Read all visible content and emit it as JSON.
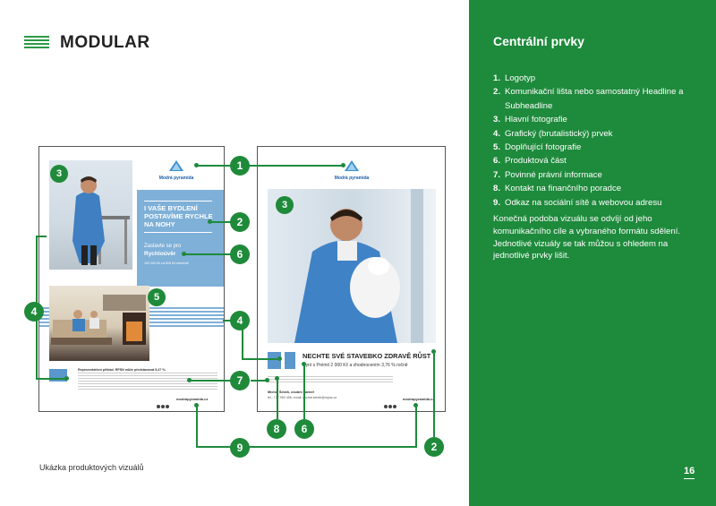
{
  "header": {
    "title": "MODULAR"
  },
  "caption": "Ukázka produktových vizuálů",
  "sidebar": {
    "title": "Centrální prvky",
    "items": [
      {
        "num": "1.",
        "text": "Logotyp"
      },
      {
        "num": "2.",
        "text": "Komunikační lišta nebo samostatný Headline a Subheadline"
      },
      {
        "num": "3.",
        "text": "Hlavní fotografie"
      },
      {
        "num": "4.",
        "text": "Grafický (brutalistický) prvek"
      },
      {
        "num": "5.",
        "text": "Doplňující fotografie"
      },
      {
        "num": "6.",
        "text": "Produktová část"
      },
      {
        "num": "7.",
        "text": "Povinné právní informace"
      },
      {
        "num": "8.",
        "text": "Kontakt na finančního poradce"
      },
      {
        "num": "9.",
        "text": "Odkaz na sociální sítě a webovou adresu"
      }
    ],
    "paragraph": "Konečná podoba vizuálu se odvíjí od jeho komunikačního cíle a vybraného formátu sdělení. Jednotlivé vizuály se tak můžou s ohledem na jednotlivé prvky lišit.",
    "page_number": "16"
  },
  "poster1": {
    "brand": "Modrá pyramida",
    "headline": "I VAŠE BYDLENÍ POSTAVÍME RYCHLE NA NOHY",
    "sub1": "Zastavte se pro",
    "product": "Rychloúvěr",
    "amount": "100 000 Kč za 816 Kč měsíčně",
    "legal_title": "Reprezentativní příklad: RPSN může představovat 5,47 %.",
    "web": "modrapyramida.cz"
  },
  "poster2": {
    "brand": "Modrá pyramida",
    "headline": "NECHTE SVÉ STAVEBKO ZDRAVĚ RŮST",
    "subline": "Nyní s Prémií 2 000 Kč a zhodnocením 3,76 % ročně",
    "contact_name": "Michal Šebek, osobní bankéř",
    "contact_info": "tel.: 777 953 456, email: michal.sebek@mpss.cz",
    "web": "modrapyramida.cz"
  },
  "badges": {
    "b1": "1",
    "b2": "2",
    "b3": "3",
    "b4": "4",
    "b5": "5",
    "b6": "6",
    "b7": "7",
    "b8": "8",
    "b9": "9"
  },
  "colors": {
    "accent": "#1e8a3c",
    "brand_blue": "#3a7fc1",
    "panel_blue": "#7fb0d8"
  }
}
